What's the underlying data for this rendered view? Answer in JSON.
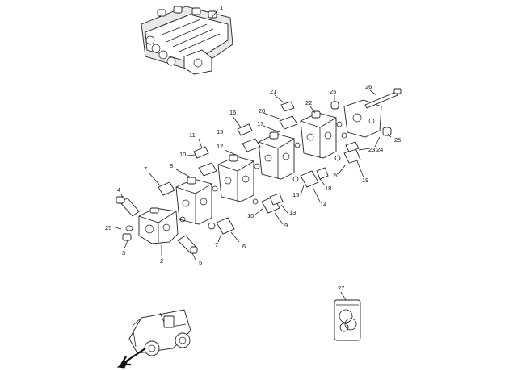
{
  "callouts": [
    {
      "id": "c1",
      "text": "1"
    },
    {
      "id": "c2",
      "text": "2"
    },
    {
      "id": "c3",
      "text": "3"
    },
    {
      "id": "c4",
      "text": "4"
    },
    {
      "id": "c5",
      "text": "5"
    },
    {
      "id": "c6",
      "text": "6"
    },
    {
      "id": "c7a",
      "text": "7"
    },
    {
      "id": "c7b",
      "text": "7"
    },
    {
      "id": "c8",
      "text": "8"
    },
    {
      "id": "c9",
      "text": "9"
    },
    {
      "id": "c10a",
      "text": "10"
    },
    {
      "id": "c10b",
      "text": "10"
    },
    {
      "id": "c11",
      "text": "11"
    },
    {
      "id": "c12",
      "text": "12"
    },
    {
      "id": "c13",
      "text": "13"
    },
    {
      "id": "c14",
      "text": "14"
    },
    {
      "id": "c15a",
      "text": "15"
    },
    {
      "id": "c15b",
      "text": "15"
    },
    {
      "id": "c16",
      "text": "16"
    },
    {
      "id": "c17",
      "text": "17"
    },
    {
      "id": "c18",
      "text": "18"
    },
    {
      "id": "c19",
      "text": "19"
    },
    {
      "id": "c20a",
      "text": "20"
    },
    {
      "id": "c20b",
      "text": "20"
    },
    {
      "id": "c21",
      "text": "21"
    },
    {
      "id": "c22",
      "text": "22"
    },
    {
      "id": "c23",
      "text": "23"
    },
    {
      "id": "c24",
      "text": "24"
    },
    {
      "id": "c25a",
      "text": "25"
    },
    {
      "id": "c25b",
      "text": "25"
    },
    {
      "id": "c25c",
      "text": "25"
    },
    {
      "id": "c26",
      "text": "26"
    },
    {
      "id": "c27",
      "text": "27"
    }
  ]
}
